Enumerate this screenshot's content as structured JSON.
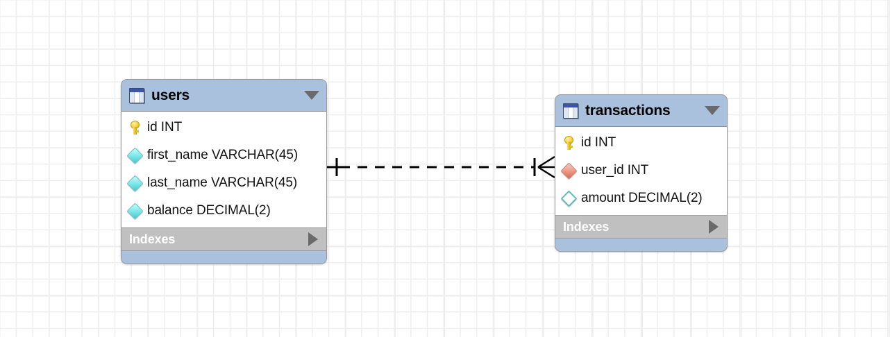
{
  "canvas": {
    "background_color": "#ffffff",
    "grid_color": "#ececec"
  },
  "tables": [
    {
      "name": "users",
      "header_color": "#a9c1dd",
      "icon": "table-icon",
      "collapse_icon": "chevron-down-icon",
      "columns": [
        {
          "label": "id INT",
          "icon": "primary-key-icon"
        },
        {
          "label": "first_name VARCHAR(45)",
          "icon": "column-diamond-icon"
        },
        {
          "label": "last_name VARCHAR(45)",
          "icon": "column-diamond-icon"
        },
        {
          "label": "balance DECIMAL(2)",
          "icon": "column-diamond-icon"
        }
      ],
      "indexes_label": "Indexes",
      "indexes_expand_icon": "chevron-right-icon"
    },
    {
      "name": "transactions",
      "header_color": "#a9c1dd",
      "icon": "table-icon",
      "collapse_icon": "chevron-down-icon",
      "columns": [
        {
          "label": "id INT",
          "icon": "primary-key-icon"
        },
        {
          "label": "user_id INT",
          "icon": "foreign-key-diamond-icon"
        },
        {
          "label": "amount DECIMAL(2)",
          "icon": "nullable-column-diamond-icon"
        }
      ],
      "indexes_label": "Indexes",
      "indexes_expand_icon": "chevron-right-icon"
    }
  ],
  "relationship": {
    "type": "one-to-many",
    "line_style": "dashed",
    "line_color": "#000000",
    "source_table": "users",
    "target_table": "transactions",
    "source_cardinality": "one",
    "target_cardinality": "many"
  }
}
